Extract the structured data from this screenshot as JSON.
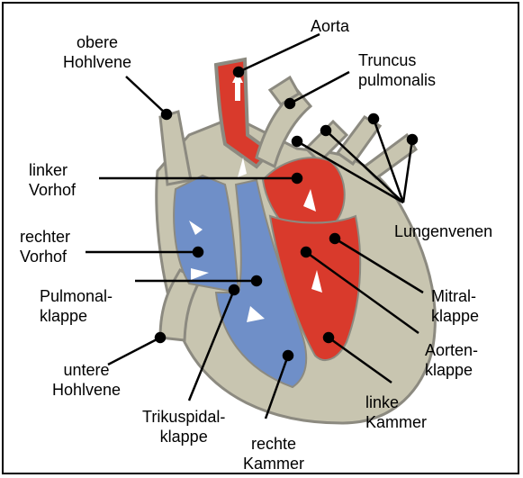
{
  "colors": {
    "outline": "#8c8a80",
    "muscle": "#c8c5b0",
    "muscle_dark": "#a9a48e",
    "oxygen_poor": "#6f8fc8",
    "oxygen_rich": "#d93a2c",
    "line": "#000000"
  },
  "labels": {
    "aorta": "Aorta",
    "truncus_1": "Truncus",
    "truncus_2": "pulmonalis",
    "obere_1": "obere",
    "obere_2": "Hohlvene",
    "linker_vorhof_1": "linker",
    "linker_vorhof_2": "Vorhof",
    "rechter_vorhof_1": "rechter",
    "rechter_vorhof_2": "Vorhof",
    "lungenvenen": "Lungenvenen",
    "pulmonal_1": "Pulmonal-",
    "pulmonal_2": "klappe",
    "mitral_1": "Mitral-",
    "mitral_2": "klappe",
    "aorten_1": "Aorten-",
    "aorten_2": "klappe",
    "untere_1": "untere",
    "untere_2": "Hohlvene",
    "linke_kammer_1": "linke",
    "linke_kammer_2": "Kammer",
    "trikuspidal_1": "Trikuspidal-",
    "trikuspidal_2": "klappe",
    "rechte_kammer_1": "rechte",
    "rechte_kammer_2": "Kammer"
  }
}
